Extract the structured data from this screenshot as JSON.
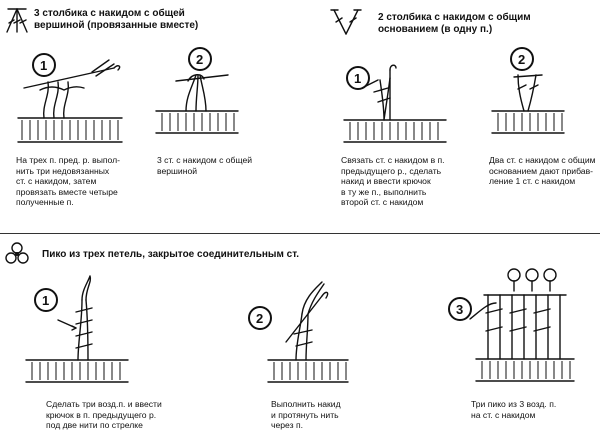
{
  "section1": {
    "title_line1": "3 столбика с накидом с общей",
    "title_line2": "вершиной (провязанные вместе)",
    "step1_num": "1",
    "step2_num": "2",
    "caption1": [
      "На трех п. пред. р. выпол-",
      "нить три недовязанных",
      "ст. с накидом, затем",
      "провязать вместе четыре",
      "полученные п."
    ],
    "caption2": [
      "3 ст. с накидом с общей",
      "вершиной"
    ]
  },
  "section2": {
    "title_line1": "2 столбика с накидом с общим",
    "title_line2": "основанием (в одну п.)",
    "step1_num": "1",
    "step2_num": "2",
    "caption1": [
      "Связать ст. с накидом в п.",
      "предыдущего р., сделать",
      "накид и ввести крючок",
      "в ту же п., выполнить",
      "второй ст. с накидом"
    ],
    "caption2": [
      "Два ст. с накидом с общим",
      "основанием дают прибав-",
      "ление 1 ст. с накидом"
    ]
  },
  "section3": {
    "title": "Пико из трех петель, закрытое соединительным ст.",
    "step1_num": "1",
    "step2_num": "2",
    "step3_num": "3",
    "caption1": [
      "Сделать три возд.п. и ввести",
      "крючок в п. предыдущего р.",
      "под две нити по стрелке"
    ],
    "caption2": [
      "Выполнить накид",
      "и протянуть нить",
      "через п."
    ],
    "caption3": [
      "Три пико из 3 возд. п.",
      "на ст. с накидом"
    ]
  },
  "icons": [
    "tc3tog-symbol-icon",
    "tc2inc-symbol-icon",
    "picot-symbol-icon"
  ]
}
